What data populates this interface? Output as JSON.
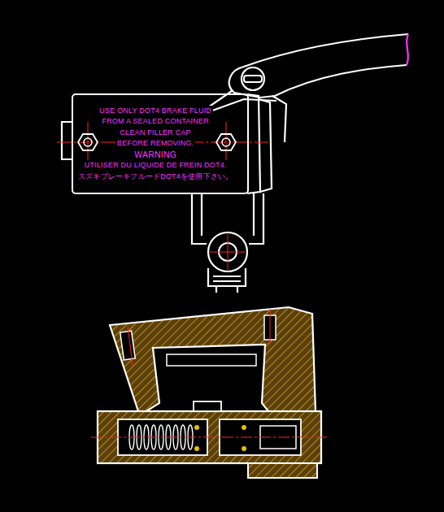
{
  "diagram": {
    "nodes": [
      {
        "text": [
          "USE ONLY DOT4 BRAKE FLUID",
          "FROM A SEALED CONTAINER",
          "CLEAN FILLER CAP",
          "BEFORE REMOVING.",
          "WARNING",
          "UTILISER DU LIQUIDE DE FREIN DOT4.",
          "スズキブレーキフルードDOT4を使用下さい。"
        ]
      }
    ],
    "edges": []
  }
}
